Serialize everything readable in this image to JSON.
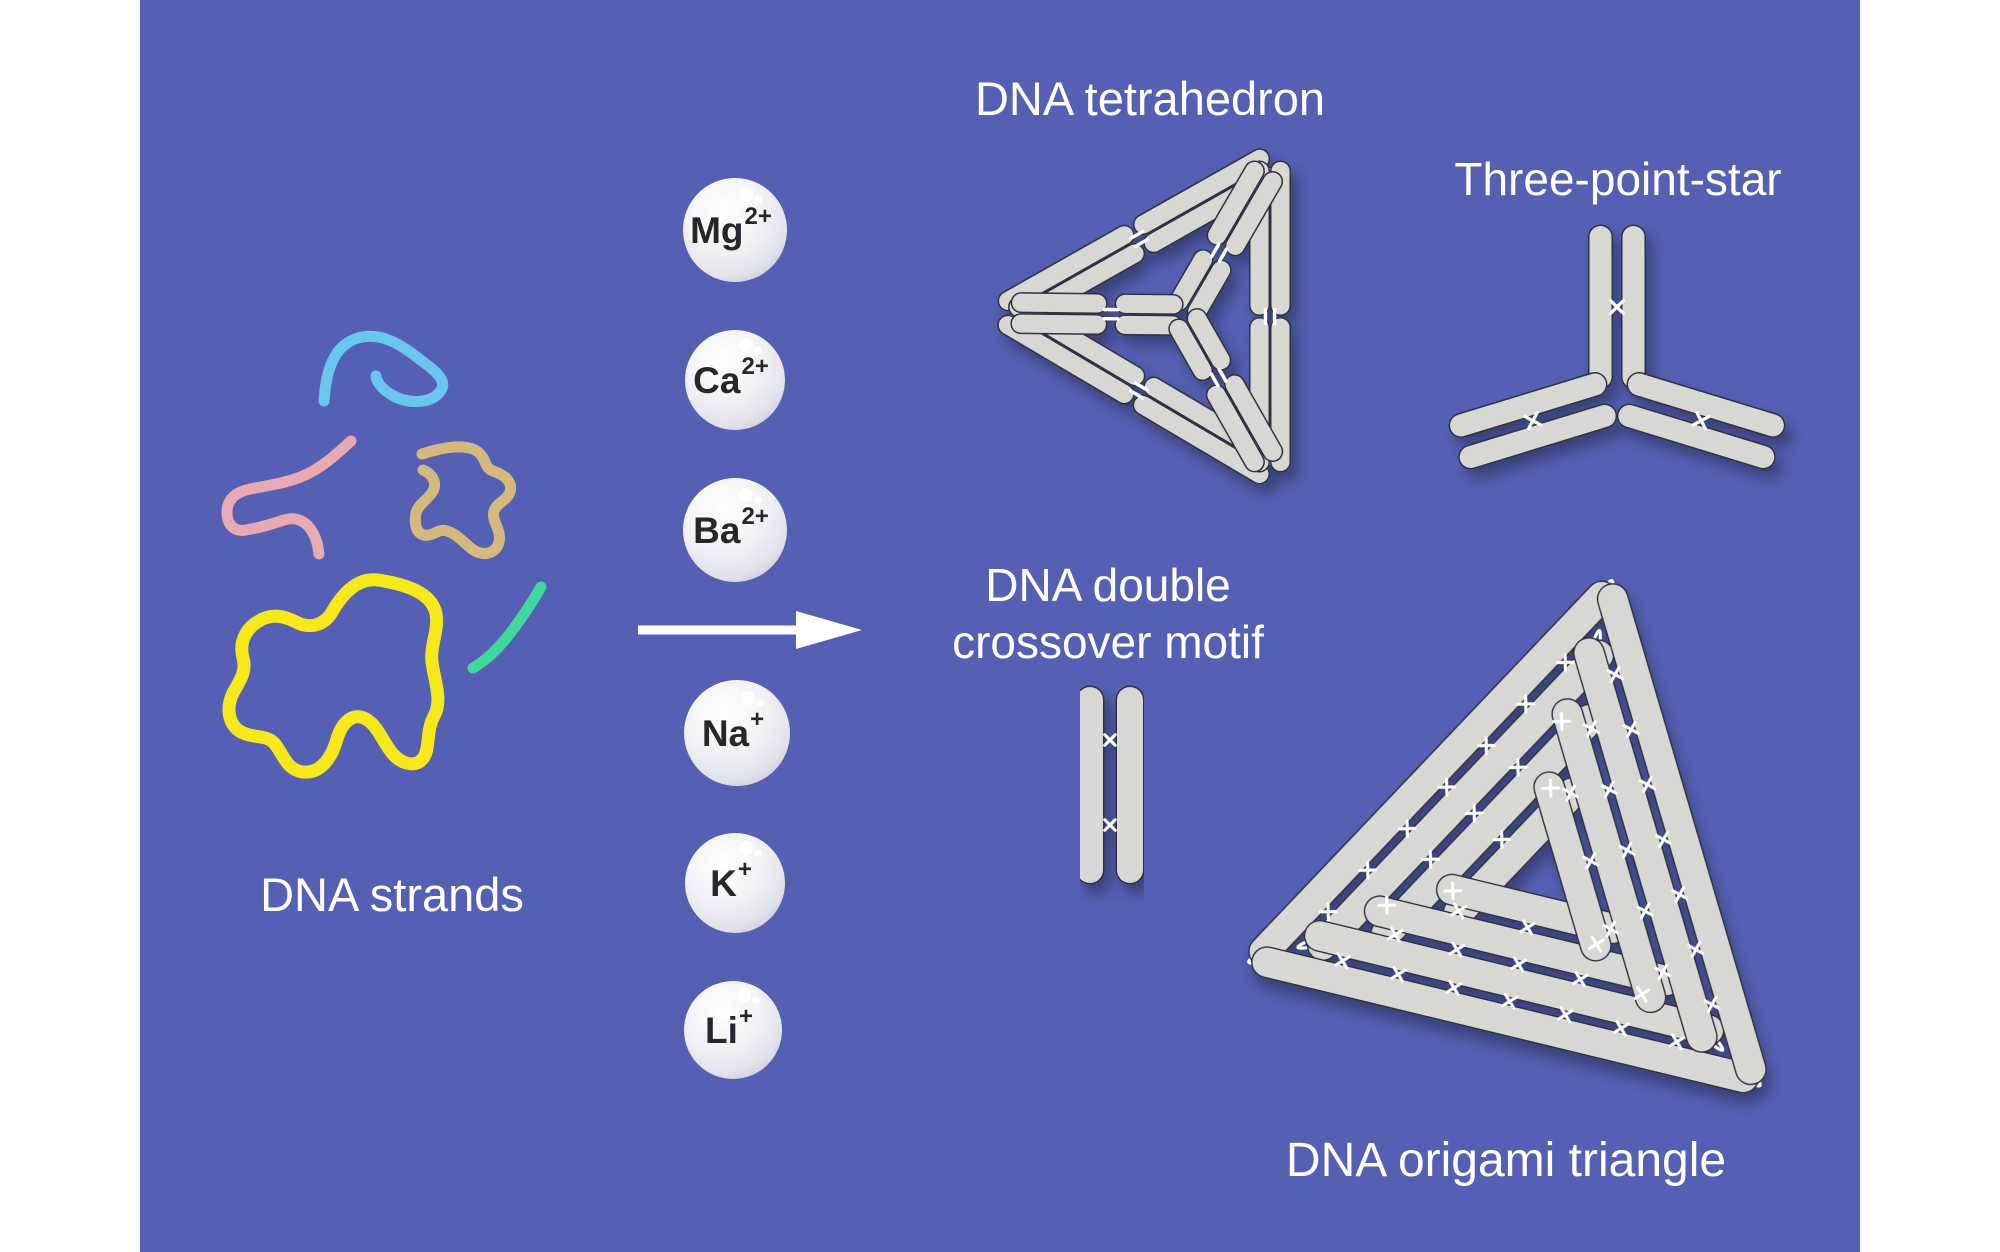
{
  "scene": {
    "background": "#ffffff",
    "panel_color": "#5560b4"
  },
  "labels": {
    "strands": "DNA strands",
    "tetrahedron": "DNA tetrahedron",
    "star": "Three-point-star",
    "dxo_line1": "DNA double",
    "dxo_line2": "crossover motif",
    "origami": "DNA origami triangle"
  },
  "ions": [
    {
      "symbol": "Mg",
      "charge": "2+"
    },
    {
      "symbol": "Ca",
      "charge": "2+"
    },
    {
      "symbol": "Ba",
      "charge": "2+"
    },
    {
      "symbol": "Na",
      "charge": "+"
    },
    {
      "symbol": "K",
      "charge": "+"
    },
    {
      "symbol": "Li",
      "charge": "+"
    }
  ],
  "colors": {
    "rod_fill": "#d7d7d3",
    "rod_outline": "#2e3040",
    "white": "#ffffff",
    "strand_blue": "#69c6ee",
    "strand_pink": "#e7a9b2",
    "strand_tan": "#d3b97e",
    "strand_yellow": "#f6e81a",
    "strand_green": "#41d89d",
    "ion_text": "#26262e"
  }
}
